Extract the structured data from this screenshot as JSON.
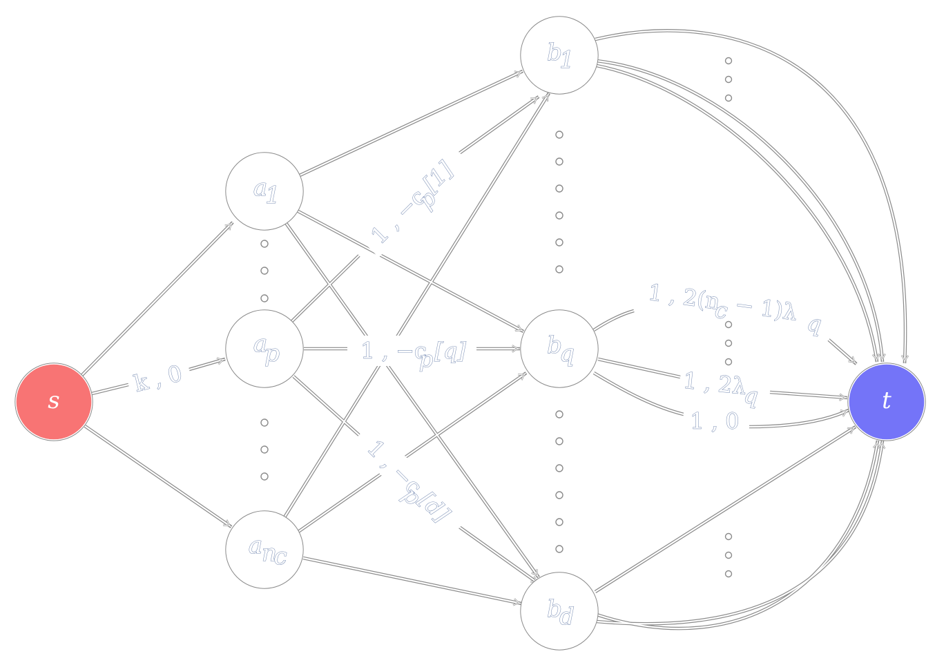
{
  "colors": {
    "source_fill": "#f87474",
    "sink_fill": "#7474f8",
    "plain_fill": "#ffffff",
    "outline": "#8a8a8a",
    "label_outline": "#7b8fb5"
  },
  "nodes": {
    "s": "s",
    "a1": "a",
    "a1_sub": "1",
    "ap": "a",
    "ap_sub": "p",
    "anc": "a",
    "anc_sub": "n",
    "anc_subsub": "c",
    "b1": "b",
    "b1_sub": "1",
    "bq": "b",
    "bq_sub": "q",
    "bd": "b",
    "bd_sub": "d",
    "t": "t"
  },
  "edge_labels": {
    "s_ap": "k , 0",
    "ap_bq": "1 , −c",
    "ap_bq_sub": "p",
    "ap_bq_idx": "[q]",
    "ap_b1": "1 , −c",
    "ap_b1_sub": "p",
    "ap_b1_idx": "[1]",
    "ap_bd": "1 , −c",
    "ap_bd_sub": "p",
    "ap_bd_idx": "[d]",
    "bq_t_top": "1 , 2(n",
    "bq_t_top_sub": "c",
    "bq_t_top_rest": " − 1)λ",
    "bq_t_top_sub2": "q",
    "bq_t_mid": "1 , 2λ",
    "bq_t_mid_sub": "q",
    "bq_t_bot": "1 , 0"
  }
}
